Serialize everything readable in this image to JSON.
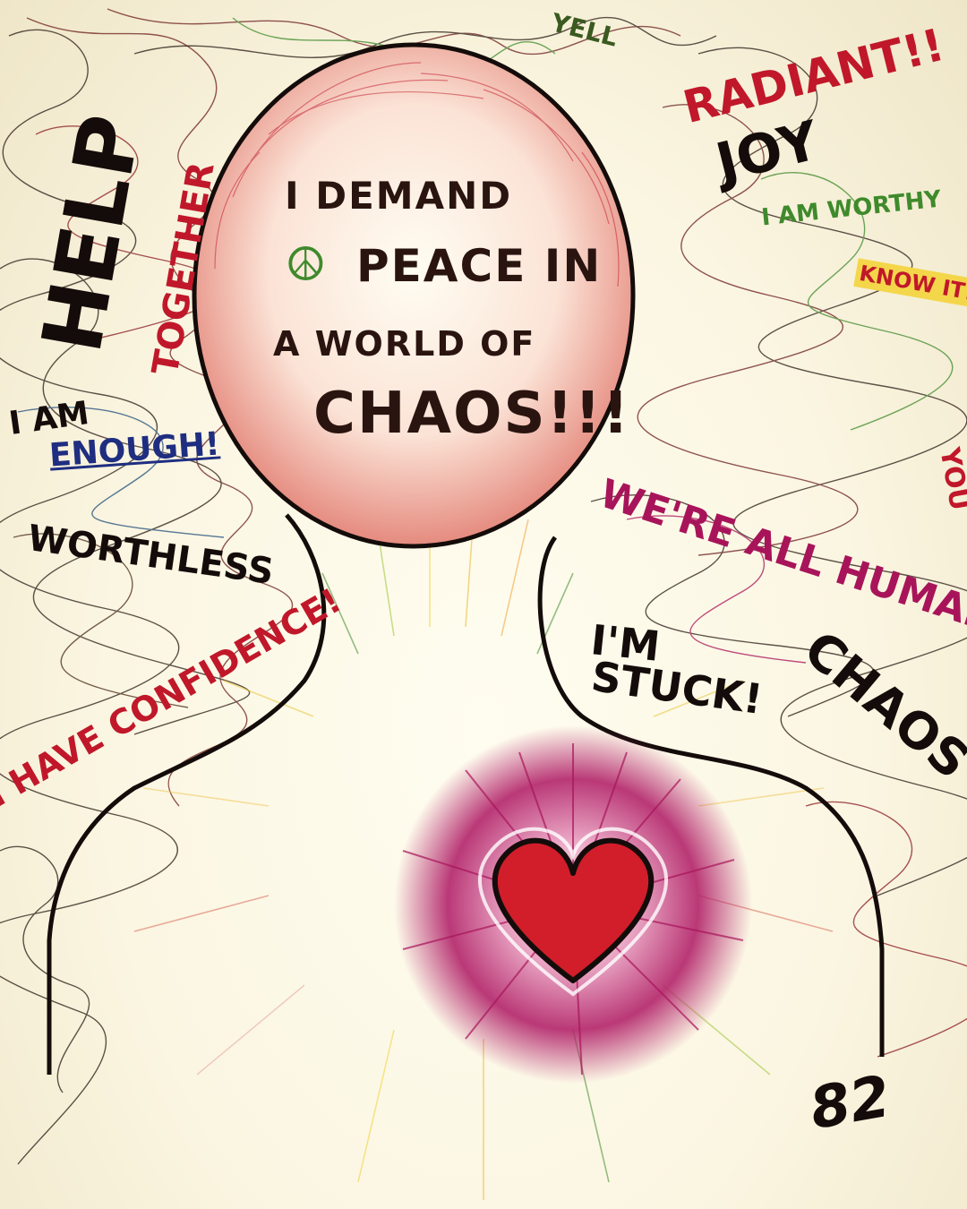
{
  "colors": {
    "paper": "#fbf6e2",
    "ink": "#1c1210",
    "red": "#c0182a",
    "magenta": "#a8145a",
    "green": "#3f8a2c",
    "heart": "#d11e2a"
  },
  "center": {
    "line1": "I DEMAND",
    "peace_symbol": "☮",
    "line2": "PEACE IN",
    "line3": "A WORLD OF",
    "line4": "CHAOS!!!"
  },
  "left_words": {
    "help": "HELP",
    "together": "TOGETHER",
    "i_am": "I AM",
    "enough": "ENOUGH!",
    "worthless": "WORTHLESS",
    "confidence": "I HAVE CONFIDENCE!"
  },
  "right_words": {
    "yell": "YELL",
    "radiant": "RADIANT!!",
    "joy": "JOY",
    "i_am_worthy": "I AM WORTHY",
    "know_it": "KNOW IT!",
    "were_all_human": "WE'RE ALL HUMAN",
    "im_stuck_1": "I'M",
    "im_stuck_2": "STUCK!",
    "chaos": "CHAOS",
    "you": "YOU"
  },
  "signature": "82"
}
